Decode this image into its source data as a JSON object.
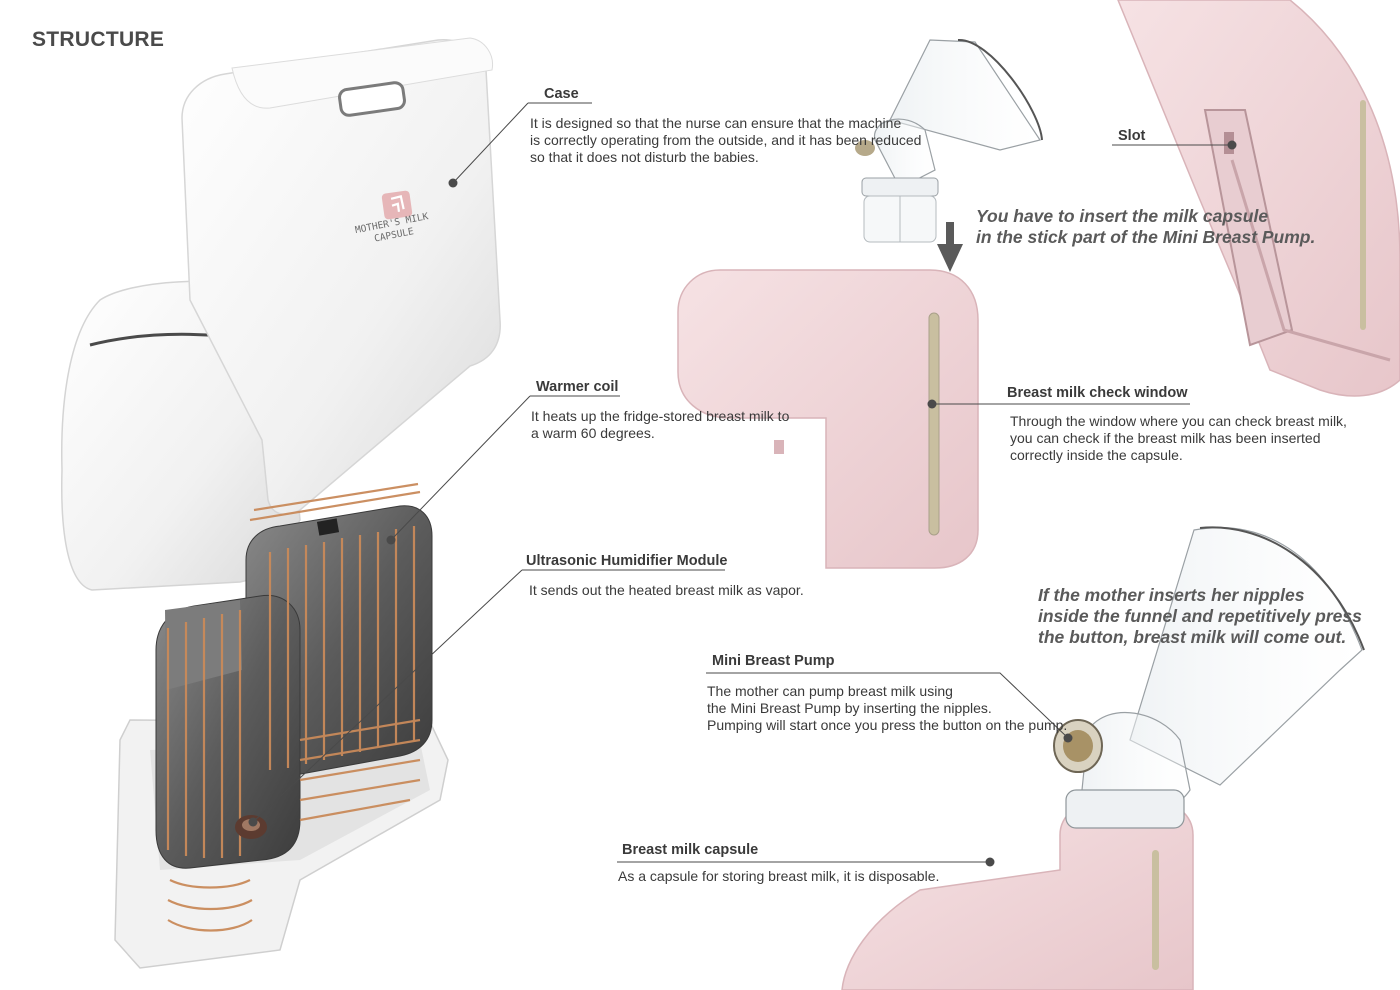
{
  "page_title": "STRUCTURE",
  "brand": {
    "line1": "MOTHER'S MILK",
    "line2": "CAPSULE"
  },
  "callouts": [
    {
      "id": "case",
      "title": "Case",
      "description": [
        "It is designed so that the nurse can ensure that the machine",
        "is correctly operating from the outside, and it has been reduced",
        "so that it does not disturb the babies."
      ]
    },
    {
      "id": "warmer",
      "title": "Warmer coil",
      "description": [
        "It heats up the fridge-stored breast milk to",
        "a warm 60 degrees."
      ]
    },
    {
      "id": "humidifier",
      "title": "Ultrasonic Humidifier Module",
      "description": [
        "It sends out the heated breast milk as vapor."
      ]
    },
    {
      "id": "slot",
      "title": "Slot",
      "description": []
    },
    {
      "id": "window",
      "title": "Breast milk check window",
      "description": [
        "Through the window where you can check breast milk,",
        "you can check if the breast milk has been inserted",
        "correctly inside the capsule."
      ]
    },
    {
      "id": "pump",
      "title": "Mini Breast Pump",
      "description": [
        "The mother can pump breast milk using",
        "the Mini Breast Pump by inserting the nipples.",
        "Pumping will start once you press the button on the pump."
      ]
    },
    {
      "id": "capsule",
      "title": "Breast milk capsule",
      "description": [
        "As a capsule for storing breast milk, it is disposable."
      ]
    }
  ],
  "notes": {
    "insert": [
      "You have to insert the milk capsule",
      "in the stick part of the Mini Breast Pump."
    ],
    "press": [
      "If the mother inserts her nipples",
      "inside the funnel and repetitively press",
      "the button, breast milk will come out."
    ]
  },
  "colors": {
    "capsule_pink": "#f0d6d9",
    "capsule_edge": "#d9b4b9",
    "window_tan": "#c9bfa0",
    "coil_copper": "#c98a5a",
    "module_dark": "#5f5f5f"
  }
}
